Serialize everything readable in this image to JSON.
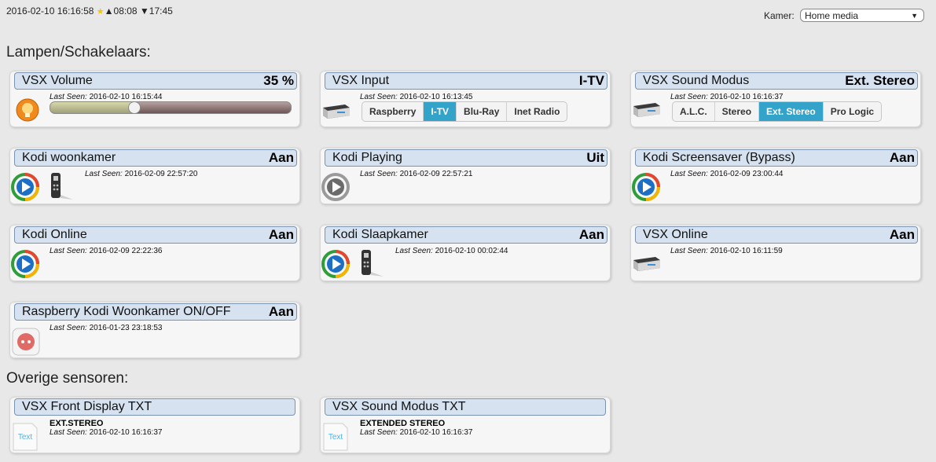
{
  "topbar": {
    "datetime": "2016-02-10 16:16:58",
    "sunrise": "▲08:08",
    "sunset": "▼17:45"
  },
  "room": {
    "label": "Kamer:",
    "selected": "Home media"
  },
  "sections": {
    "lights": "Lampen/Schakelaars:",
    "other": "Overige sensoren:"
  },
  "seen_label": "Last Seen:",
  "tiles": {
    "vsx_volume": {
      "name": "VSX Volume",
      "status": "35 %",
      "last_seen": "2016-02-10 16:15:44",
      "level": 0.35,
      "icon": "lightbulb-icon"
    },
    "vsx_input": {
      "name": "VSX Input",
      "status": "I-TV",
      "last_seen": "2016-02-10 16:13:45",
      "options": [
        "Raspberry",
        "I-TV",
        "Blu-Ray",
        "Inet Radio"
      ],
      "selected": "I-TV",
      "icon": "amplifier-icon"
    },
    "vsx_sound": {
      "name": "VSX Sound Modus",
      "status": "Ext. Stereo",
      "last_seen": "2016-02-10 16:16:37",
      "options": [
        "A.L.C.",
        "Stereo",
        "Ext. Stereo",
        "Pro Logic"
      ],
      "selected": "Ext. Stereo",
      "icon": "amplifier-icon"
    },
    "kodi_woonkamer": {
      "name": "Kodi woonkamer",
      "status": "Aan",
      "last_seen": "2016-02-09 22:57:20",
      "icon": "media-play-icon"
    },
    "kodi_playing": {
      "name": "Kodi Playing",
      "status": "Uit",
      "last_seen": "2016-02-09 22:57:21",
      "icon": "media-play-off-icon"
    },
    "kodi_screensaver": {
      "name": "Kodi Screensaver (Bypass)",
      "status": "Aan",
      "last_seen": "2016-02-09 23:00:44",
      "icon": "media-play-icon"
    },
    "kodi_online": {
      "name": "Kodi Online",
      "status": "Aan",
      "last_seen": "2016-02-09 22:22:36",
      "icon": "media-play-icon"
    },
    "kodi_slaapkamer": {
      "name": "Kodi Slaapkamer",
      "status": "Aan",
      "last_seen": "2016-02-10 00:02:44",
      "icon": "media-play-icon"
    },
    "vsx_online": {
      "name": "VSX Online",
      "status": "Aan",
      "last_seen": "2016-02-10 16:11:59",
      "icon": "amplifier-icon"
    },
    "raspberry_kodi": {
      "name": "Raspberry Kodi Woonkamer ON/OFF",
      "status": "Aan",
      "last_seen": "2016-01-23 23:18:53",
      "icon": "power-socket-icon"
    },
    "vsx_front_txt": {
      "name": "VSX Front Display TXT",
      "value": "EXT.STEREO",
      "last_seen": "2016-02-10 16:16:37",
      "icon": "text-file-icon",
      "icon_text": "Text"
    },
    "vsx_sound_txt": {
      "name": "VSX Sound Modus TXT",
      "value": "EXTENDED STEREO",
      "last_seen": "2016-02-10 16:16:37",
      "icon": "text-file-icon",
      "icon_text": "Text"
    }
  },
  "colors": {
    "accent": "#33a3c9",
    "header_bg": "#d6e2f0",
    "header_border": "#7b93b0"
  }
}
